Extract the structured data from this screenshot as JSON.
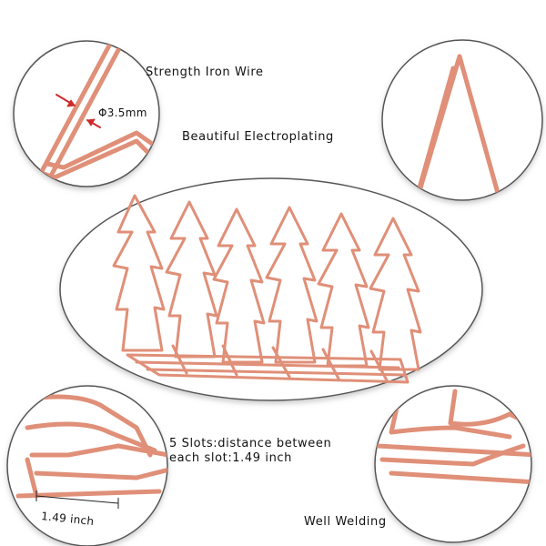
{
  "labels": {
    "strength": "Strength Iron Wire",
    "electroplating": "Beautiful Electroplating",
    "slots_line1": "5 Slots:distance between",
    "slots_line2": "each slot:1.49 inch",
    "welding": "Well Welding",
    "diameter": "Φ3.5mm",
    "spacing": "1.49 inch"
  },
  "colors": {
    "wire": "#e08f78",
    "wire_dark": "#c9705c",
    "circle_border": "#555555",
    "arrow": "#cc2b2b",
    "shadow": "#bbbbbb"
  }
}
